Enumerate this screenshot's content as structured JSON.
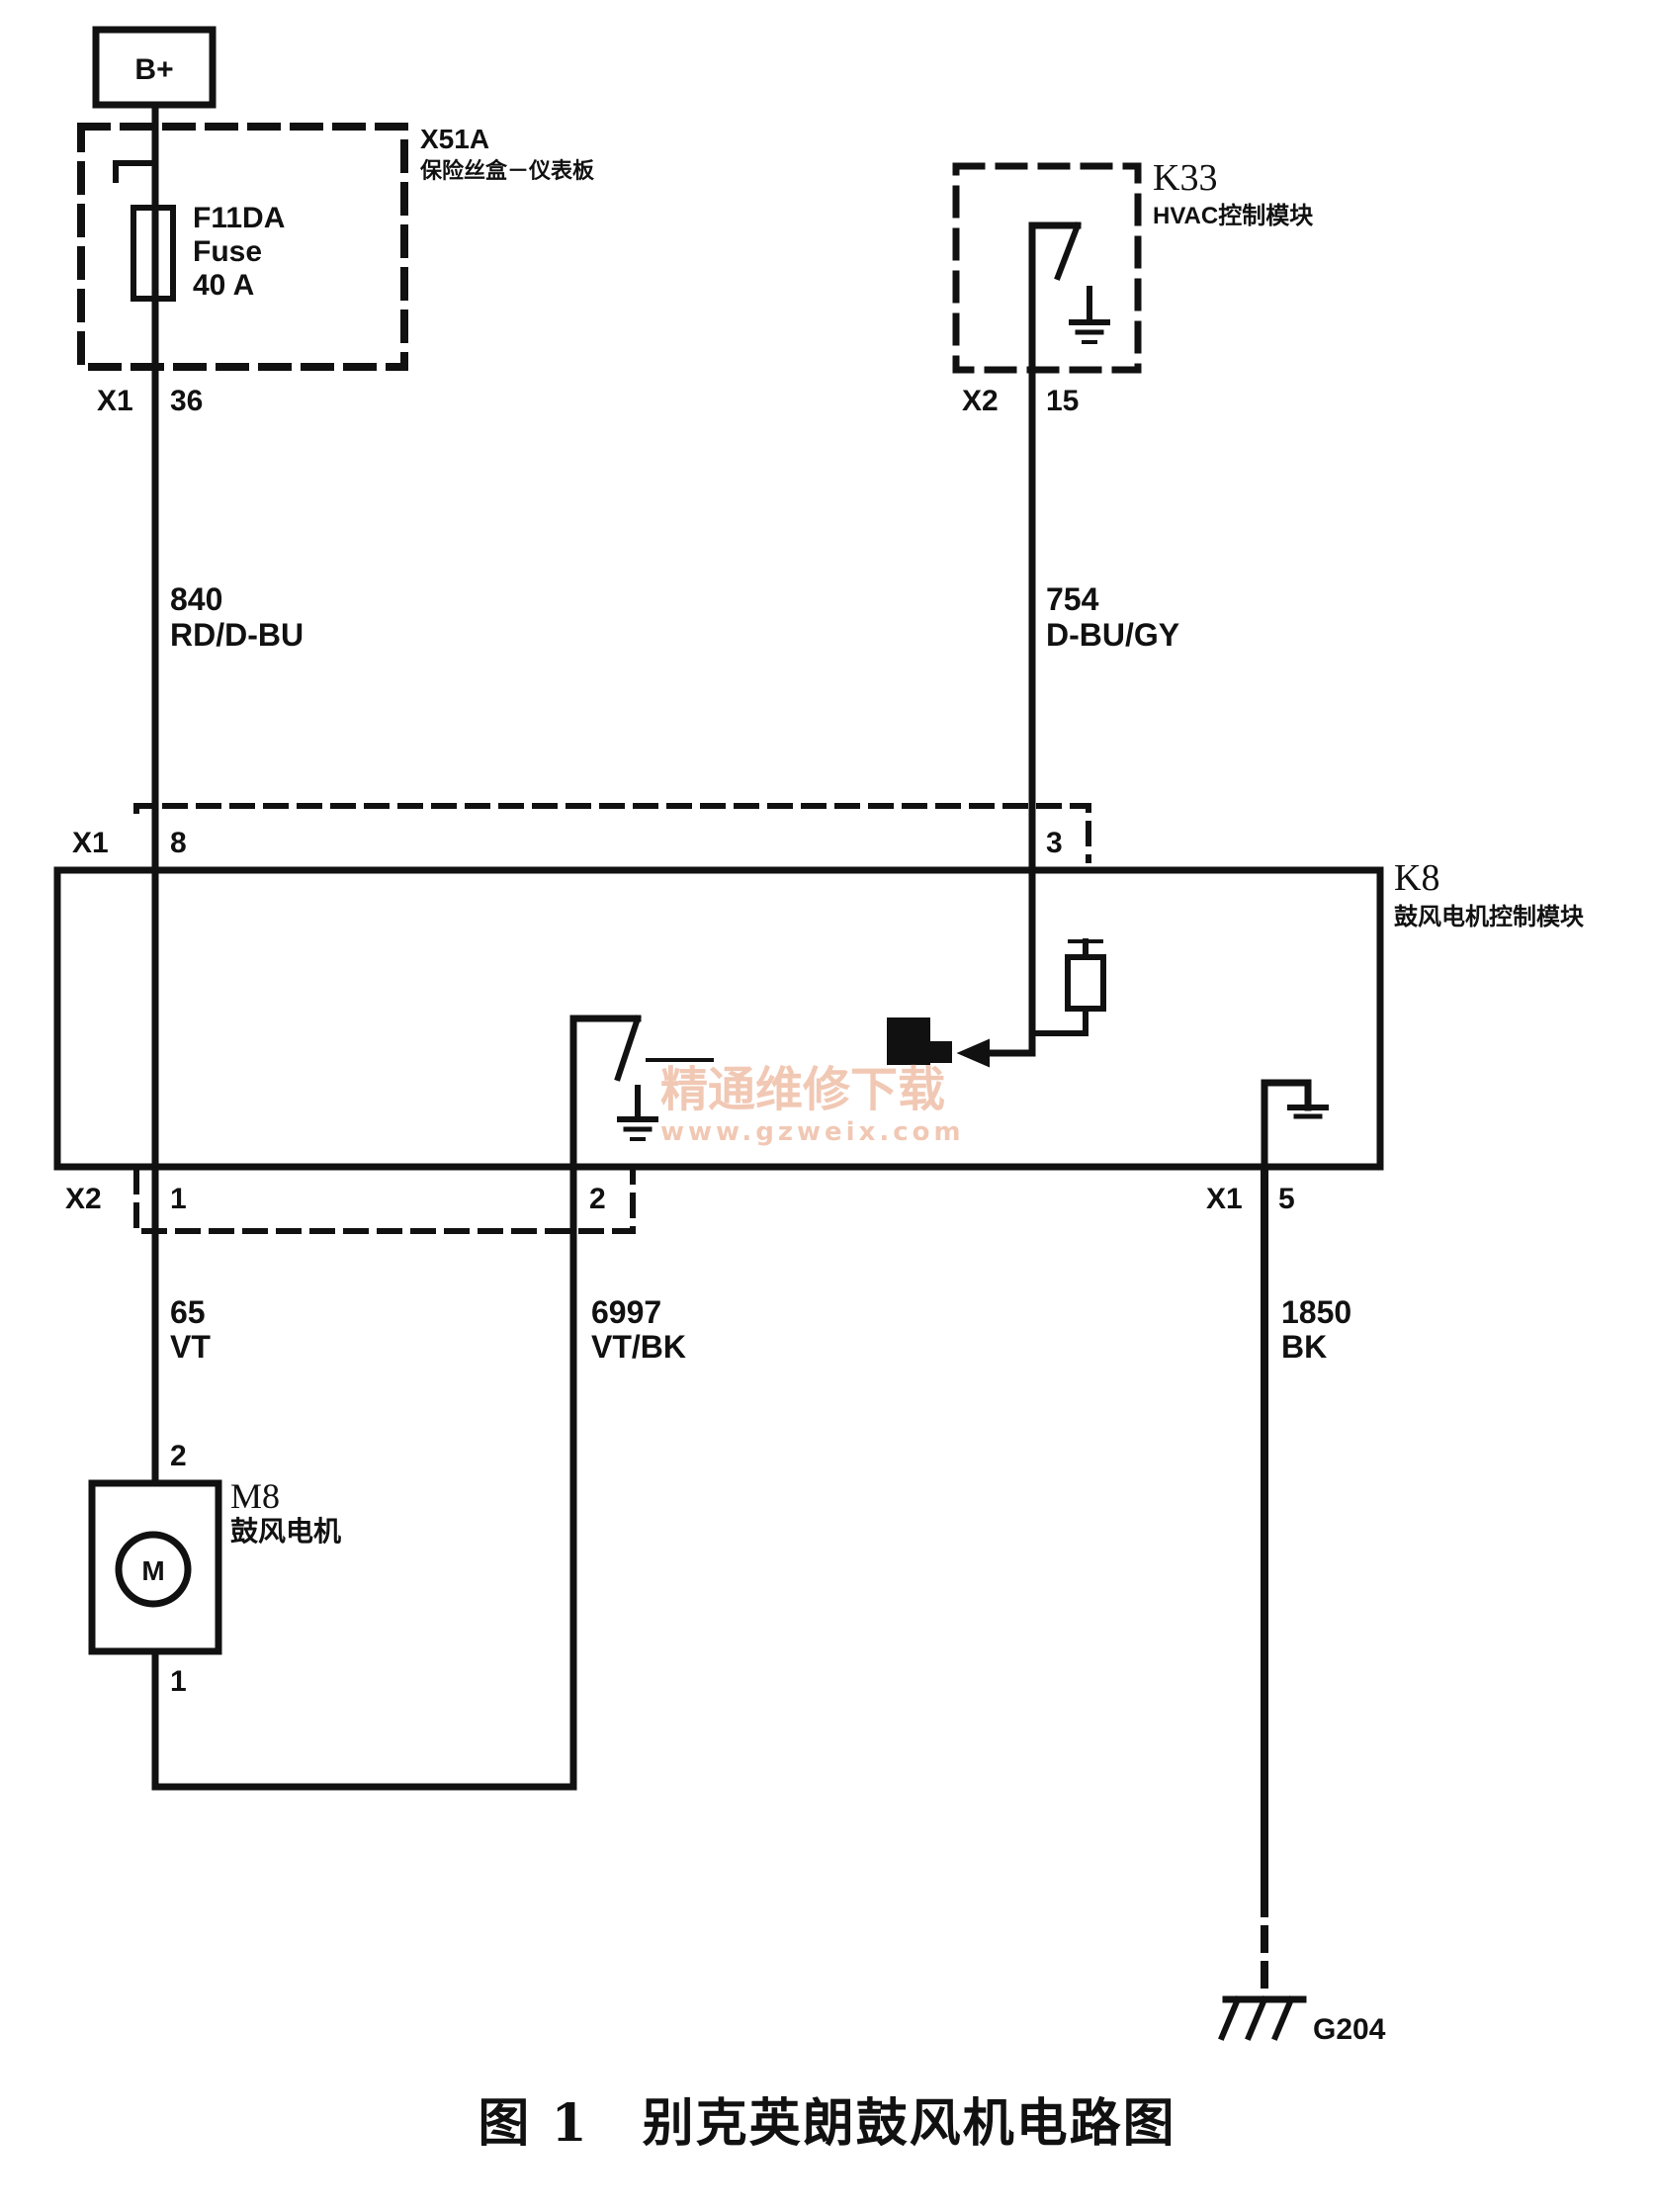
{
  "power": {
    "label": "B+"
  },
  "x51a": {
    "id": "X51A",
    "name": "保险丝盒－仪表板"
  },
  "fuse": {
    "name": "F11DA",
    "type": "Fuse",
    "rating": "40 A"
  },
  "k33": {
    "id": "K33",
    "name": "HVAC控制模块"
  },
  "k8": {
    "id": "K8",
    "name": "鼓风电机控制模块"
  },
  "m8": {
    "id": "M8",
    "name": "鼓风电机",
    "symbol": "M"
  },
  "ground": {
    "id": "G204"
  },
  "connectors": {
    "x51a_conn": "X1",
    "x51a_pin": "36",
    "k33_conn": "X2",
    "k33_pin": "15",
    "k8_x1": "X1",
    "k8_pin8": "8",
    "k8_pin3": "3",
    "k8_x2": "X2",
    "k8_x2_pin1": "1",
    "k8_x2_pin2": "2",
    "k8_x1_b": "X1",
    "k8_pin5": "5",
    "m8_pin2": "2",
    "m8_pin1": "1"
  },
  "wires": {
    "w840": {
      "circuit": "840",
      "color": "RD/D-BU"
    },
    "w754": {
      "circuit": "754",
      "color": "D-BU/GY"
    },
    "w65": {
      "circuit": "65",
      "color": "VT"
    },
    "w6997": {
      "circuit": "6997",
      "color": "VT/BK"
    },
    "w1850": {
      "circuit": "1850",
      "color": "BK"
    }
  },
  "watermark": {
    "cn": "精通维修下载",
    "url": "www.gzweix.com"
  },
  "caption": "图 1　别克英朗鼓风机电路图",
  "colors": {
    "line": "#111111",
    "watermark": "#f1c8b4"
  }
}
